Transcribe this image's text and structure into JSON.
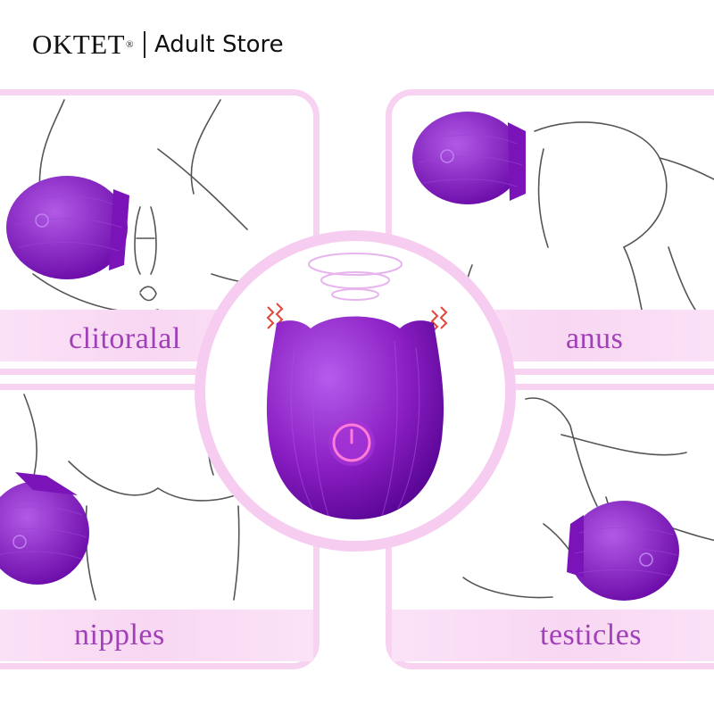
{
  "header": {
    "brand": "OKTET",
    "brand_mark": "®",
    "store": "Adult Store"
  },
  "panels": [
    {
      "id": "top-left",
      "label": "clitoralal"
    },
    {
      "id": "top-right",
      "label": "anus"
    },
    {
      "id": "bottom-left",
      "label": "nipples"
    },
    {
      "id": "bottom-right",
      "label": "testicles"
    }
  ],
  "product": {
    "icon": "power-icon",
    "color": "#8a1ec2",
    "accent": "#ff7ad9"
  },
  "colors": {
    "panel_border": "#f7d2f1",
    "band": "#f8d7f2",
    "label_text": "#a040b8"
  }
}
